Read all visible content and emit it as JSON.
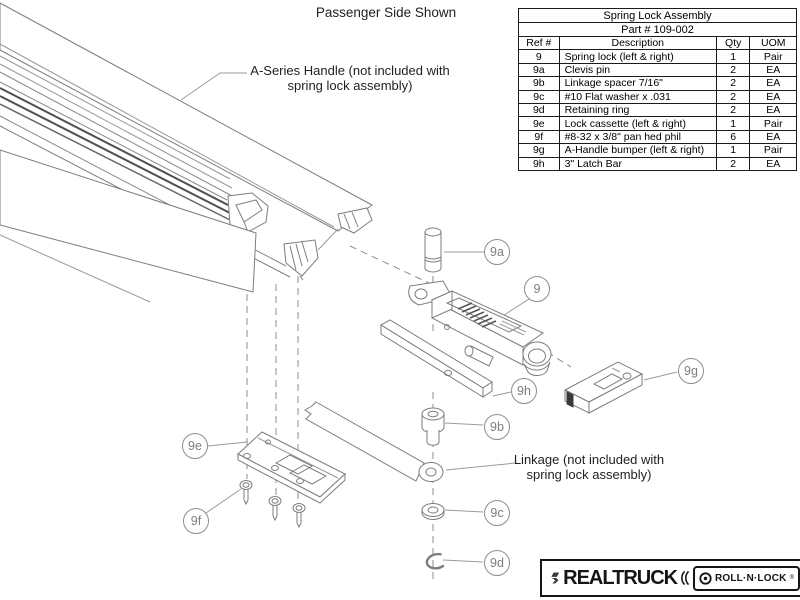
{
  "page": {
    "view_note": "Passenger Side Shown"
  },
  "annotations": {
    "handle_note_line1": "A-Series Handle (not included with",
    "handle_note_line2": "spring lock assembly)",
    "linkage_note_line1": "Linkage (not included with",
    "linkage_note_line2": "spring lock assembly)"
  },
  "callouts": {
    "n9": "9",
    "n9a": "9a",
    "n9b": "9b",
    "n9c": "9c",
    "n9d": "9d",
    "n9e": "9e",
    "n9f": "9f",
    "n9g": "9g",
    "n9h": "9h"
  },
  "table": {
    "title": "Spring Lock Assembly",
    "part_number": "Part # 109-002",
    "headers": {
      "ref": "Ref #",
      "desc": "Description",
      "qty": "Qty",
      "uom": "UOM"
    },
    "rows": [
      {
        "ref": "9",
        "desc": "Spring lock (left & right)",
        "qty": "1",
        "uom": "Pair"
      },
      {
        "ref": "9a",
        "desc": "Clevis pin",
        "qty": "2",
        "uom": "EA"
      },
      {
        "ref": "9b",
        "desc": "Linkage spacer  7/16\"",
        "qty": "2",
        "uom": "EA"
      },
      {
        "ref": "9c",
        "desc": "#10 Flat washer x .031",
        "qty": "2",
        "uom": "EA"
      },
      {
        "ref": "9d",
        "desc": "Retaining ring",
        "qty": "2",
        "uom": "EA"
      },
      {
        "ref": "9e",
        "desc": "Lock cassette (left & right)",
        "qty": "1",
        "uom": "Pair"
      },
      {
        "ref": "9f",
        "desc": "#8-32 x 3/8\" pan hed phil",
        "qty": "6",
        "uom": "EA"
      },
      {
        "ref": "9g",
        "desc": "A-Handle bumper (left & right)",
        "qty": "1",
        "uom": "Pair"
      },
      {
        "ref": "9h",
        "desc": "3\" Latch Bar",
        "qty": "2",
        "uom": "EA"
      }
    ]
  },
  "logo": {
    "brand": "REALTRUCK",
    "sub": "ROLL·N·LOCK",
    "reg": "®"
  },
  "colors": {
    "line": "#7d7d7d",
    "light_line": "#9a9a9a",
    "dark_line": "#4f4f4f",
    "callout": "#8e8e8e",
    "text": "#1f1f1f",
    "black": "#151515"
  }
}
